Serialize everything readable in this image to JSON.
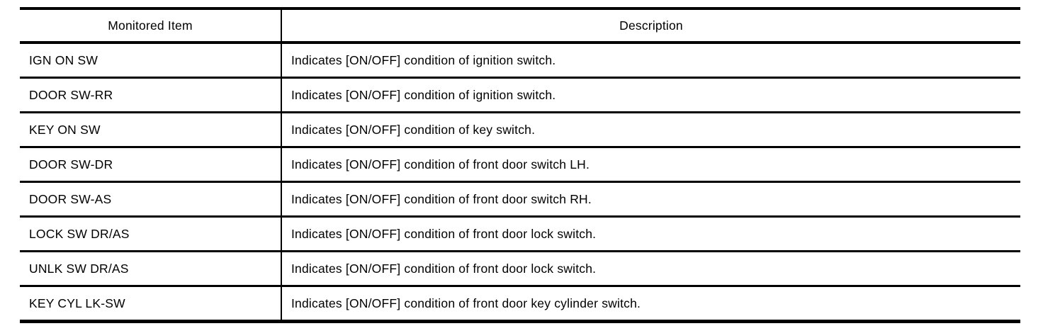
{
  "table": {
    "columns": {
      "item": "Monitored Item",
      "description": "Description"
    },
    "rows": [
      {
        "item": "IGN ON SW",
        "description": "Indicates [ON/OFF] condition of ignition switch."
      },
      {
        "item": "DOOR SW-RR",
        "description": "Indicates [ON/OFF] condition of ignition switch."
      },
      {
        "item": "KEY ON SW",
        "description": "Indicates [ON/OFF] condition of key switch."
      },
      {
        "item": "DOOR SW-DR",
        "description": "Indicates [ON/OFF] condition of front door switch LH."
      },
      {
        "item": "DOOR SW-AS",
        "description": "Indicates [ON/OFF] condition of front door switch RH."
      },
      {
        "item": "LOCK SW DR/AS",
        "description": "Indicates [ON/OFF] condition of front door lock switch."
      },
      {
        "item": "UNLK SW DR/AS",
        "description": "Indicates [ON/OFF] condition of front door lock switch."
      },
      {
        "item": "KEY CYL LK-SW",
        "description": "Indicates [ON/OFF] condition of front door key cylinder switch."
      }
    ],
    "colors": {
      "rule": "#000000",
      "text": "#000000",
      "background": "#ffffff"
    }
  }
}
